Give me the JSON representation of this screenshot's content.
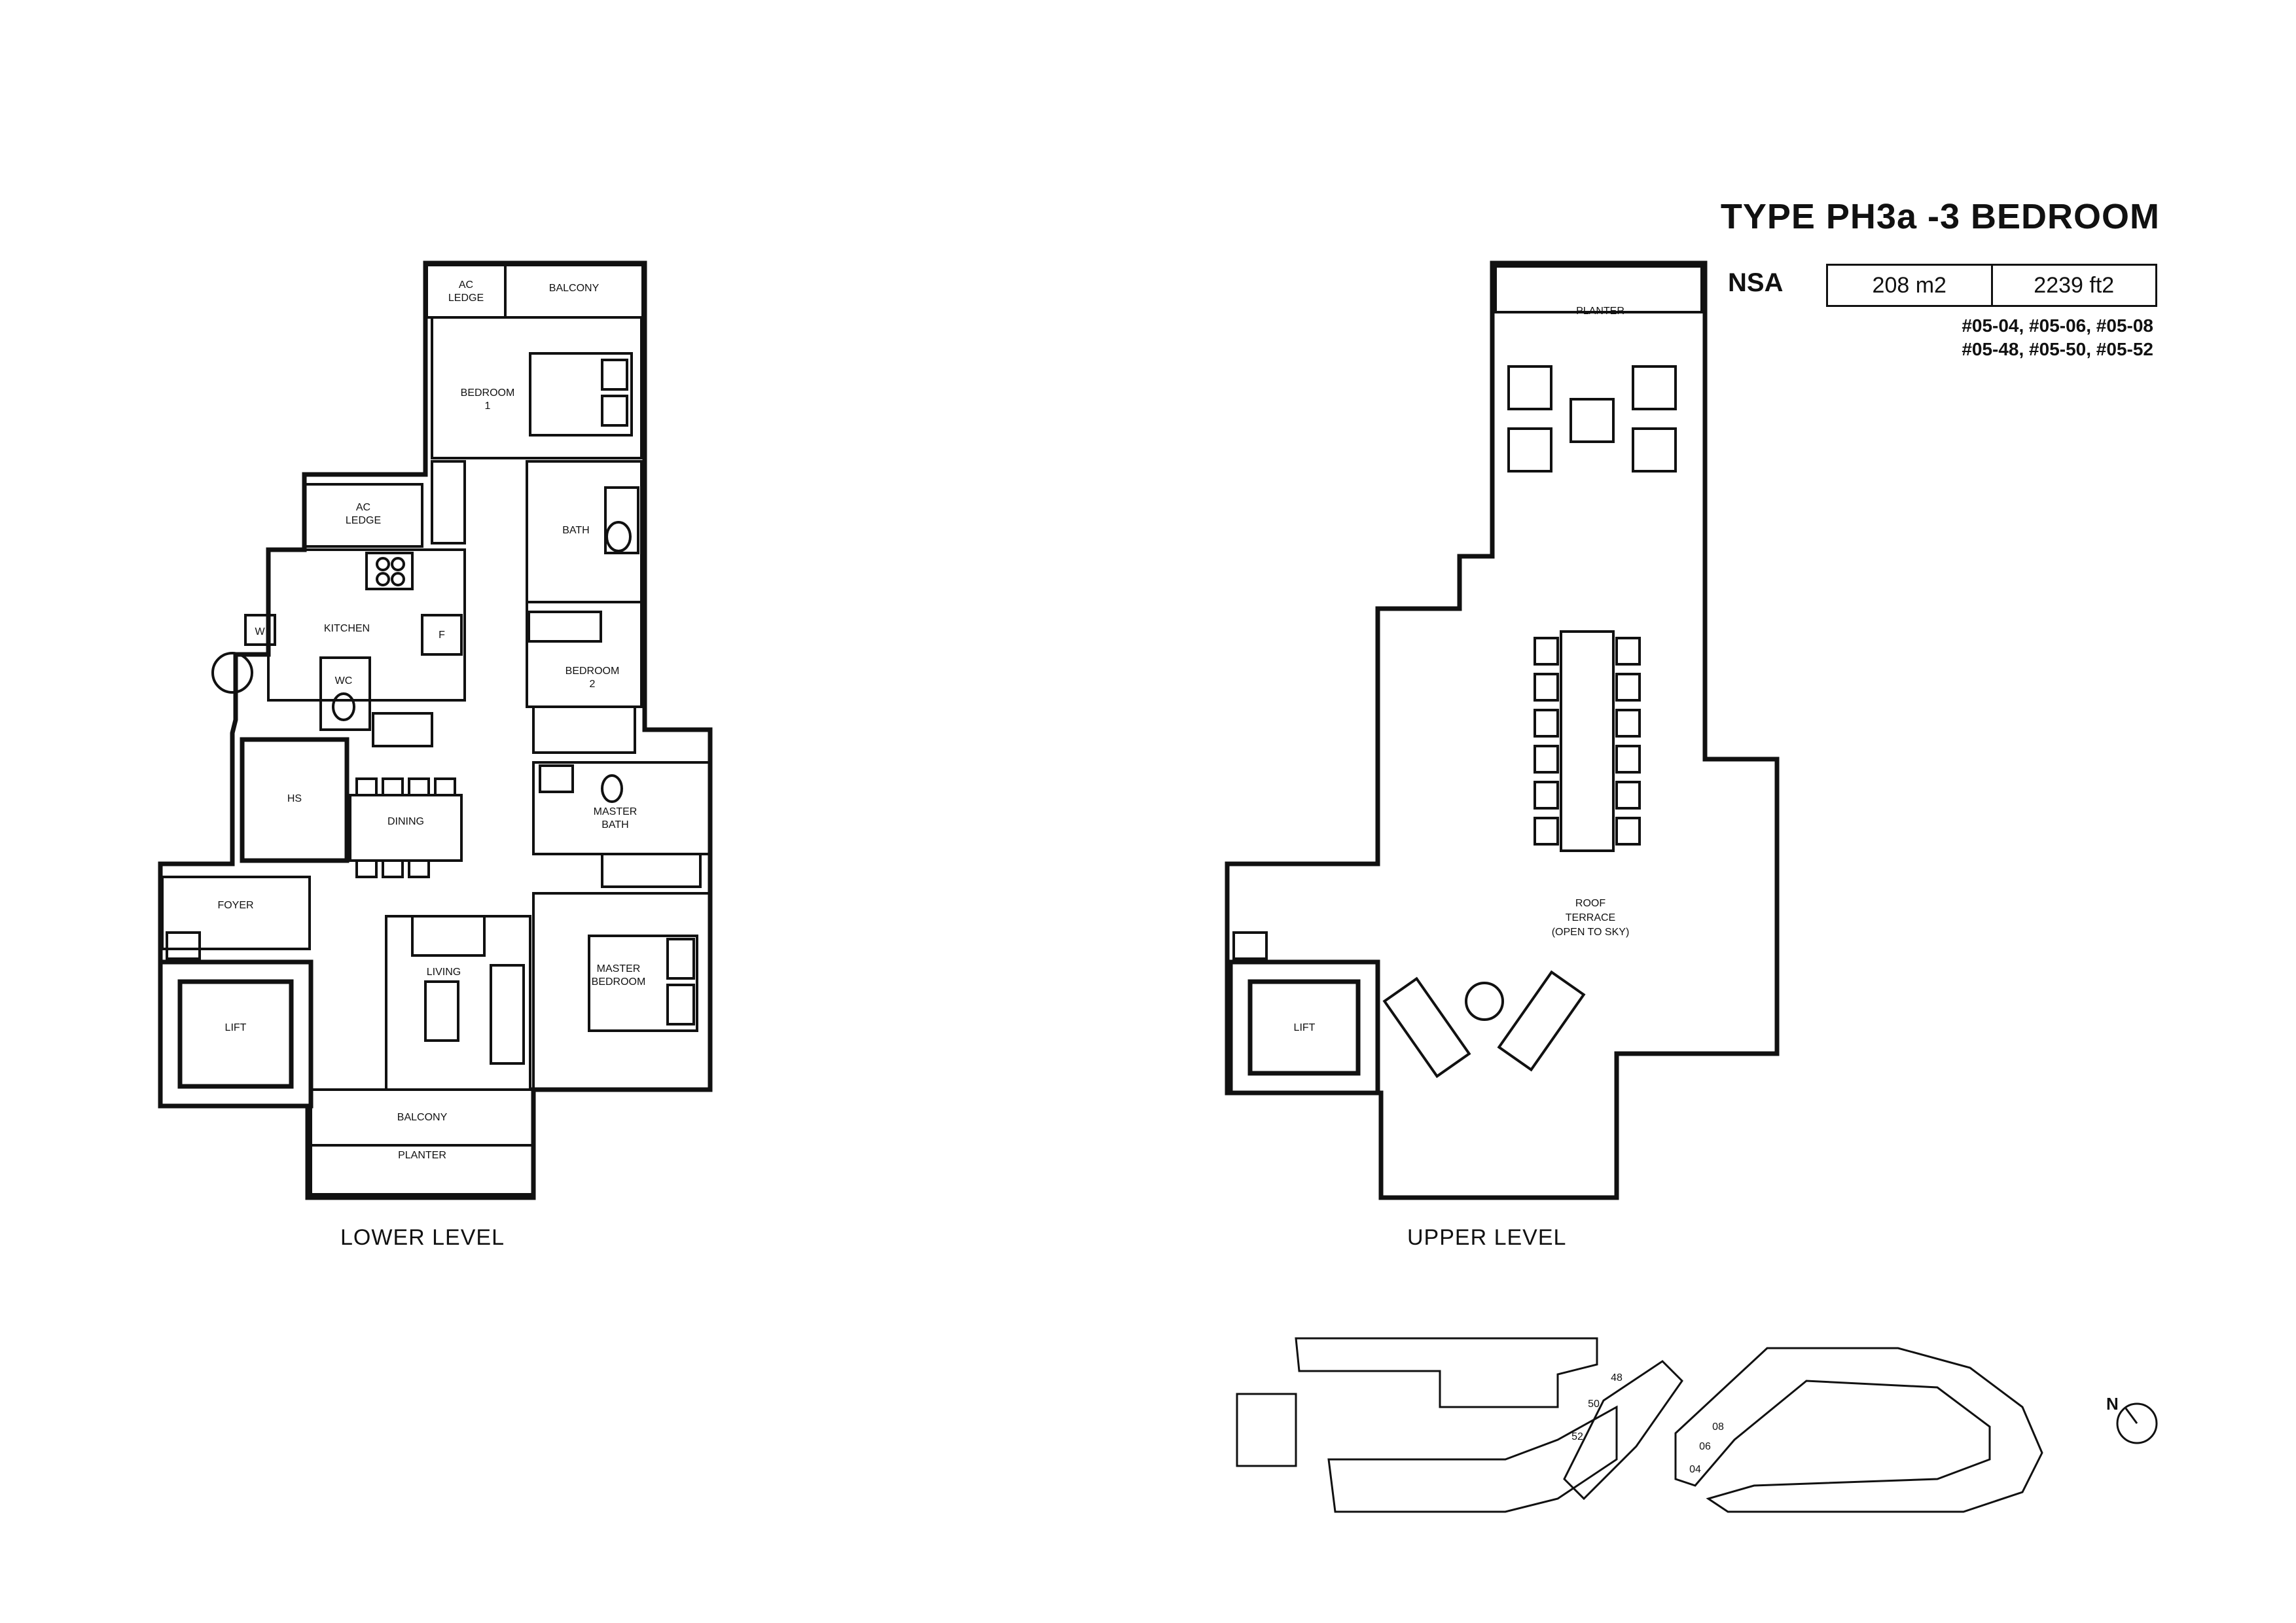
{
  "header": {
    "title": "TYPE PH3a -3 BEDROOM",
    "nsa_label": "NSA",
    "area_m2": "208 m2",
    "area_ft2": "2239 ft2",
    "units_line1": "#05-04, #05-06, #05-08",
    "units_line2": "#05-48, #05-50, #05-52"
  },
  "lower_level": {
    "caption": "LOWER LEVEL",
    "rooms": {
      "ac_ledge_top_1": "AC",
      "ac_ledge_top_2": "LEDGE",
      "balcony_top": "BALCONY",
      "bedroom1_1": "BEDROOM",
      "bedroom1_2": "1",
      "ac_ledge_mid_1": "AC",
      "ac_ledge_mid_2": "LEDGE",
      "bath": "BATH",
      "kitchen": "KITCHEN",
      "w": "W",
      "f": "F",
      "wc": "WC",
      "bedroom2_1": "BEDROOM",
      "bedroom2_2": "2",
      "hs": "HS",
      "dining": "DINING",
      "master_bath_1": "MASTER",
      "master_bath_2": "BATH",
      "foyer": "FOYER",
      "living": "LIVING",
      "master_bedroom_1": "MASTER",
      "master_bedroom_2": "BEDROOM",
      "lift": "LIFT",
      "balcony_bottom": "BALCONY",
      "planter": "PLANTER"
    }
  },
  "upper_level": {
    "caption": "UPPER LEVEL",
    "rooms": {
      "planter": "PLANTER",
      "roof_terrace_1": "ROOF",
      "roof_terrace_2": "TERRACE",
      "roof_terrace_3": "(OPEN TO SKY)",
      "lift": "LIFT"
    }
  },
  "key_plan": {
    "unit_numbers": [
      "48",
      "50",
      "52",
      "08",
      "06",
      "04"
    ],
    "compass": "N"
  }
}
